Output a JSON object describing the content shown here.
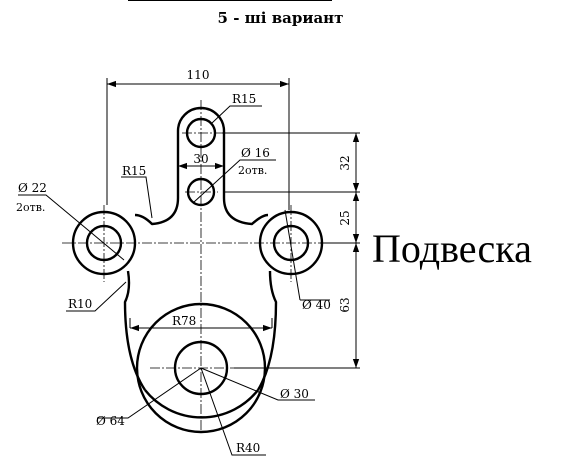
{
  "header": {
    "variant": "5 - ші вариант"
  },
  "drawing": {
    "title": "Подвеска",
    "dimensions": {
      "width_110": "110",
      "r15_top": "R15",
      "span_30": "30",
      "d16": "Ø 16",
      "holes_16": "2отв.",
      "r15_left": "R15",
      "d22": "Ø 22",
      "holes_22": "2отв.",
      "v32": "32",
      "v25": "25",
      "v63": "63",
      "r10": "R10",
      "d40": "Ø 40",
      "r78": "R78",
      "d64": "Ø 64",
      "d30": "Ø 30",
      "r40": "R40"
    }
  }
}
